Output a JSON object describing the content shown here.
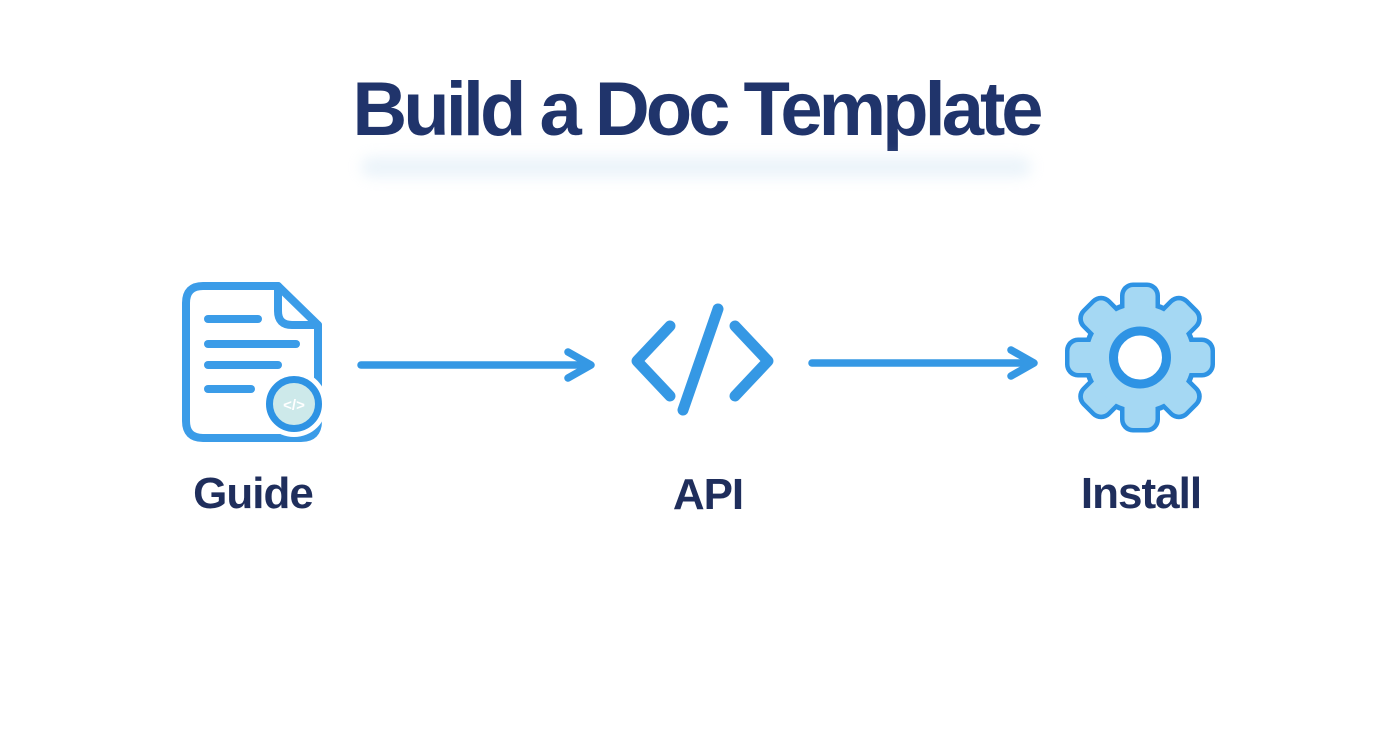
{
  "title": "Build a Doc Template",
  "colors": {
    "background": "#ffffff",
    "title-navy": "#20346b",
    "label-navy": "#1f2e5c",
    "icon-blue": "#3b9ce8",
    "arrow-blue": "#3598e4",
    "gear-outline-blue": "#2e93e4",
    "gear-fill-blue": "#a5d8f3",
    "badge-fill": "#cde9ea",
    "ghost-blue": "#bcd9ee"
  },
  "steps": [
    {
      "label": "Guide",
      "icon": "document-code-icon"
    },
    {
      "label": "API",
      "icon": "code-brackets-icon"
    },
    {
      "label": "Install",
      "icon": "gear-icon"
    }
  ],
  "connectors": [
    {
      "type": "arrow-right",
      "from": "Guide",
      "to": "API"
    },
    {
      "type": "arrow-right",
      "from": "API",
      "to": "Install"
    }
  ],
  "badge_glyph": "</>"
}
